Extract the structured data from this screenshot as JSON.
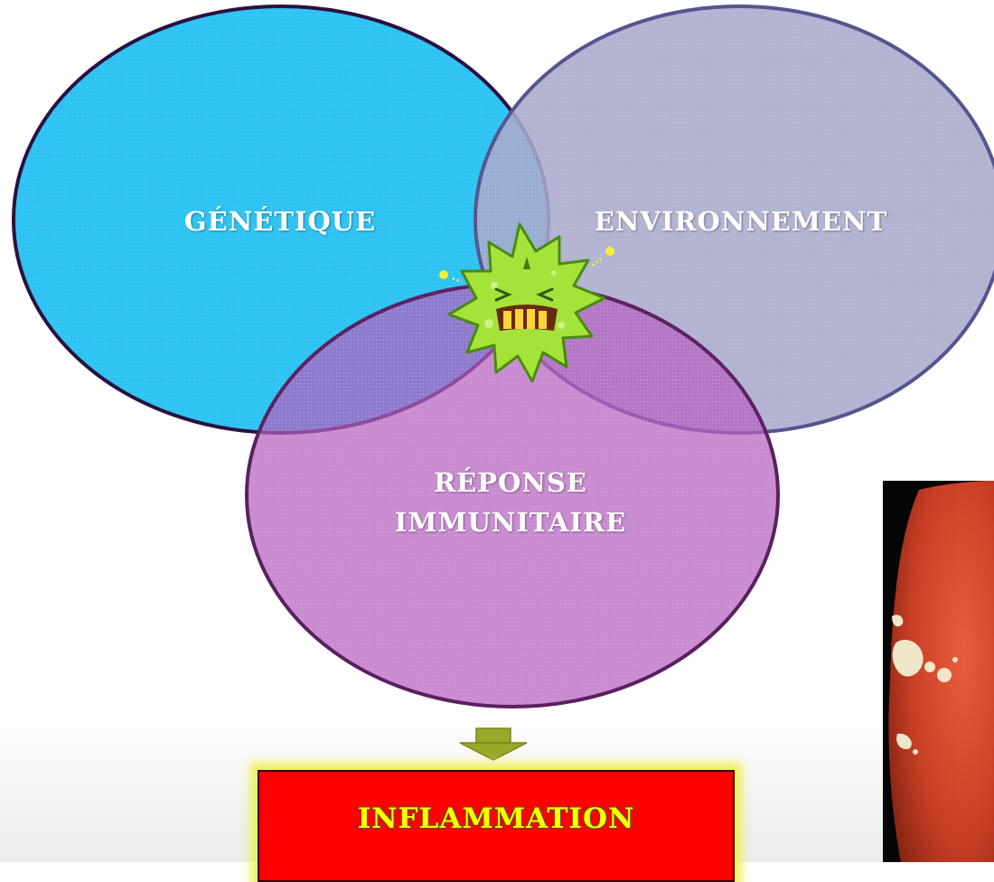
{
  "diagram": {
    "circles": [
      {
        "id": "genetique",
        "label": "GÉNÉTIQUE",
        "fill": "#2ec3f2",
        "stroke": "#2b1140"
      },
      {
        "id": "environnement",
        "label": "ENVIRONNEMENT",
        "fill": "#a9a9cc",
        "stroke": "#55548f"
      },
      {
        "id": "reponse",
        "label_line1": "RÉPONSE",
        "label_line2": "IMMUNITAIRE",
        "fill": "#c27cc8",
        "stroke": "#5a2060"
      }
    ],
    "arrow_color": "#9aa82a",
    "germ_icon": "angry-germ-icon"
  },
  "outcome": {
    "label": "INFLAMMATION",
    "box_color": "#ff0000",
    "text_color": "#ffff00"
  },
  "photo": {
    "icon": "endoscopy-image"
  }
}
